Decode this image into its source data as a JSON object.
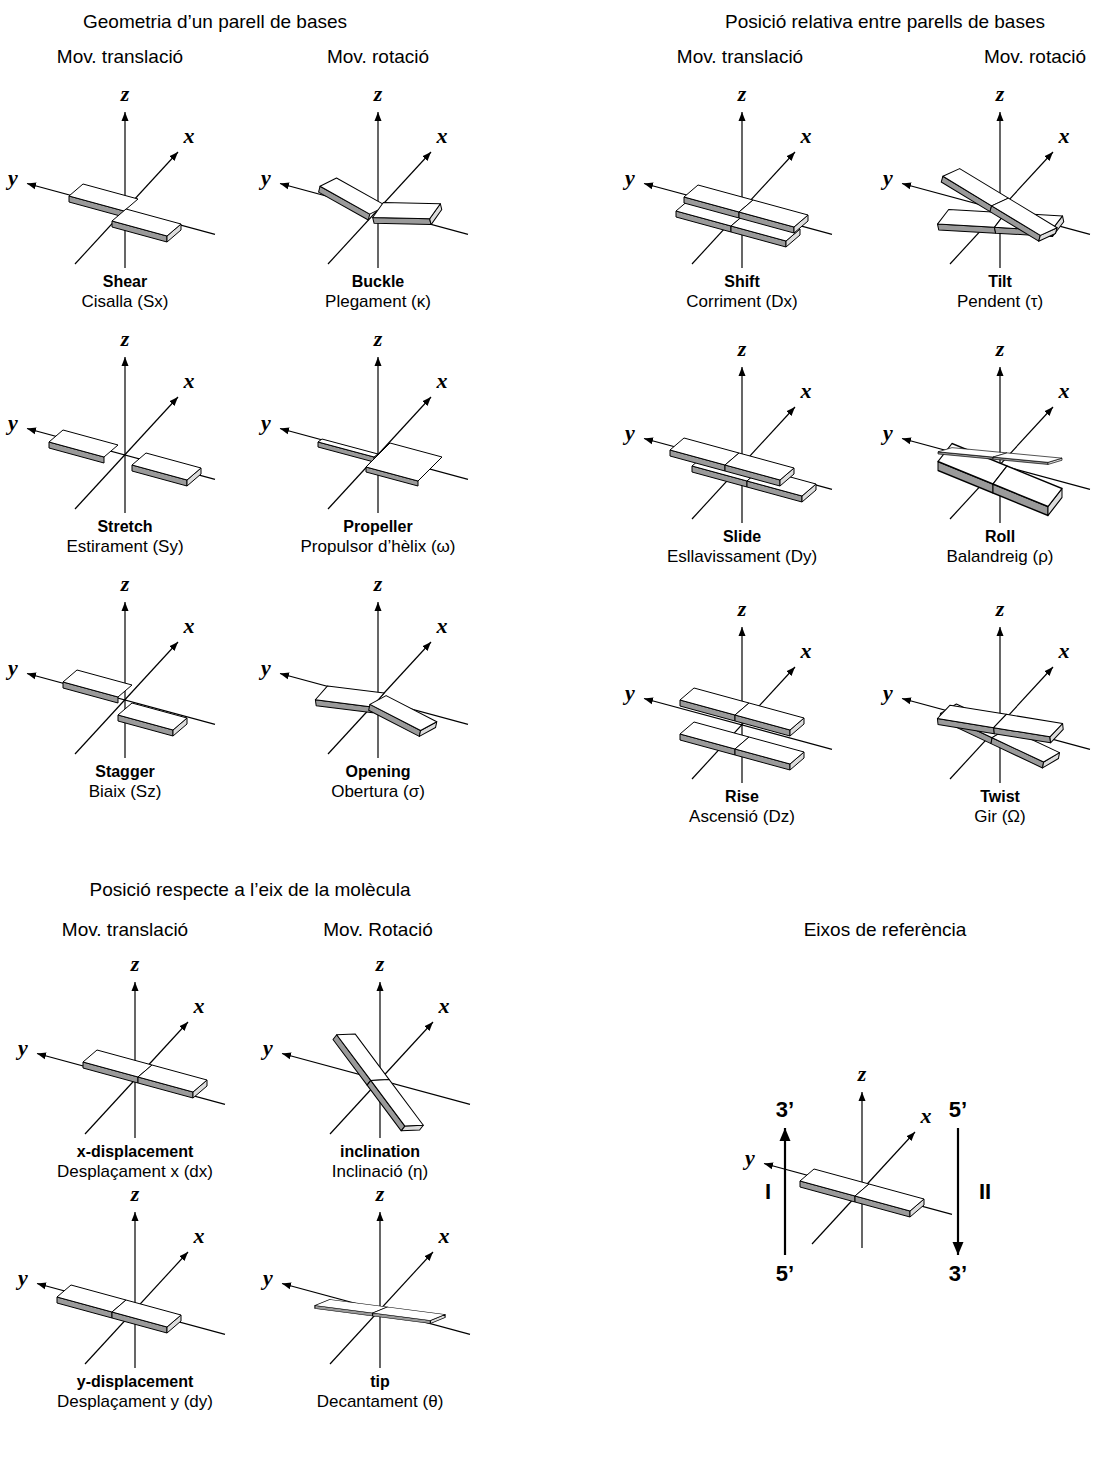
{
  "diagram": {
    "labels": [
      "Geometria d’un parell de bases",
      "Mov. translació",
      "Mov. rotació",
      "Posició relativa entre parells de bases",
      "Mov. translació",
      "Mov. rotació",
      "z",
      "y",
      "x",
      "Shear",
      "Cisalla (Sx)",
      "z",
      "y",
      "x",
      "Buckle",
      "Plegament (κ)",
      "z",
      "y",
      "x",
      "Shift",
      "Corriment (Dx)",
      "z",
      "y",
      "x",
      "Tilt",
      "Pendent (τ)",
      "z",
      "y",
      "x",
      "Stretch",
      "Estirament (Sy)",
      "z",
      "y",
      "x",
      "Propeller",
      "Propulsor d’hèlix (ω)",
      "z",
      "y",
      "x",
      "Slide",
      "Esllavissament (Dy)",
      "z",
      "y",
      "x",
      "Roll",
      "Balandreig (ρ)",
      "z",
      "y",
      "x",
      "Stagger",
      "Biaix (Sz)",
      "z",
      "y",
      "x",
      "Opening",
      "Obertura (σ)",
      "z",
      "y",
      "x",
      "Rise",
      "Ascensió (Dz)",
      "z",
      "y",
      "x",
      "Twist",
      "Gir (Ω)",
      "Posició respecte a l’eix de la molècula",
      "Mov. translació",
      "Mov. Rotació",
      "Eixos de referència",
      "z",
      "y",
      "x",
      "x-displacement",
      "Desplaçament x (dx)",
      "z",
      "y",
      "x",
      "inclination",
      "Inclinació (η)",
      "z",
      "y",
      "x",
      "y-displacement",
      "Desplaçament y (dy)",
      "z",
      "y",
      "x",
      "tip",
      "Decantament (θ)",
      "3’",
      "z",
      "5’",
      "x",
      "y",
      "I",
      "II",
      "5’",
      "3’"
    ]
  }
}
